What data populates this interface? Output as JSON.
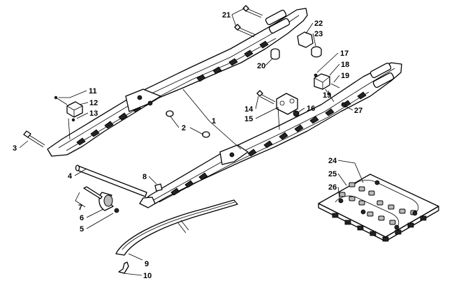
{
  "callouts": [
    {
      "id": "1",
      "label": "1"
    },
    {
      "id": "2",
      "label": "2"
    },
    {
      "id": "3",
      "label": "3"
    },
    {
      "id": "4",
      "label": "4"
    },
    {
      "id": "5",
      "label": "5"
    },
    {
      "id": "6",
      "label": "6"
    },
    {
      "id": "7",
      "label": "7"
    },
    {
      "id": "8",
      "label": "8"
    },
    {
      "id": "9",
      "label": "9"
    },
    {
      "id": "10",
      "label": "10"
    },
    {
      "id": "11",
      "label": "11"
    },
    {
      "id": "12",
      "label": "12"
    },
    {
      "id": "13",
      "label": "13"
    },
    {
      "id": "14",
      "label": "14"
    },
    {
      "id": "15",
      "label": "15"
    },
    {
      "id": "16",
      "label": "16"
    },
    {
      "id": "17",
      "label": "17"
    },
    {
      "id": "18",
      "label": "18"
    },
    {
      "id": "19a",
      "label": "19"
    },
    {
      "id": "19b",
      "label": "19"
    },
    {
      "id": "20",
      "label": "20"
    },
    {
      "id": "21",
      "label": "21"
    },
    {
      "id": "22",
      "label": "22"
    },
    {
      "id": "23",
      "label": "23"
    },
    {
      "id": "24",
      "label": "24"
    },
    {
      "id": "25",
      "label": "25"
    },
    {
      "id": "26",
      "label": "26"
    },
    {
      "id": "27",
      "label": "27"
    }
  ]
}
